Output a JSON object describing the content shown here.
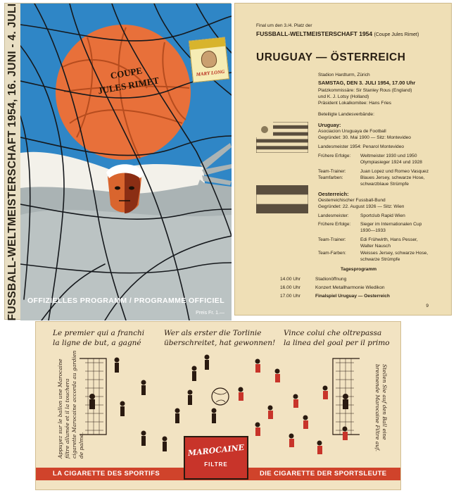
{
  "cover": {
    "spine": "FUSSBALL-WELTMEISTERSCHAFT 1954, 16. JUNI - 4. JULI",
    "ball_line1": "COUPE",
    "ball_line2": "JULES RIMET",
    "cigarette_brand": "MARY LONG",
    "footer": "OFFIZIELLES PROGRAMM / PROGRAMME OFFICIEL",
    "price": "Preis Fr. 1.—",
    "colors": {
      "background": "#2f86c6",
      "ball": "#e8703a",
      "cream": "#e9dfc4"
    }
  },
  "page9": {
    "kicker": "Final um den 3./4. Platz der",
    "event": "FUSSBALL-WELTMEISTERSCHAFT 1954",
    "event_sub": "(Coupe Jules Rimet)",
    "match": "URUGUAY — ÖSTERREICH",
    "venue": "Stadion Hardturm, Zürich",
    "date": "SAMSTAG, DEN 3. JULI 1954, 17.00 Uhr",
    "commissioners_1": "Platzkommissäre: Sir Stanley Rous (England)",
    "commissioners_2": "und K. J. Lotsy (Holland)",
    "committee": "Präsident Lokalkomitee: Hans Fries",
    "federations": "Beteiligte Landesverbände:",
    "uruguay": {
      "name": "Uruguay:",
      "assoc": "Asociacion Uruguaya de Football",
      "founded": "Gegründet: 30. Mai 1900 — Sitz: Montevideo",
      "champion": "Landesmeister 1954: Penarol Montevideo",
      "success_label": "Frühere Erfolge:",
      "success_1": "Weltmeister 1930 und 1950",
      "success_2": "Olympiasieger 1924 und 1928",
      "coach_label": "Team-Trainer:",
      "coach": "Juan Lopez und Romeo Vasquez",
      "colors_label": "Teamfarben:",
      "colors_1": "Blaues Jersey, schwarze Hose,",
      "colors_2": "schwarzblaue Strümpfe"
    },
    "austria": {
      "name": "Oesterreich:",
      "assoc": "Oesterreichischer Fussball-Bund",
      "founded": "Gegründet: 22. August 1926 — Sitz: Wien",
      "champion_label": "Landesmeister:",
      "champion": "Sportclub Rapid Wien",
      "success_label": "Frühere Erfolge:",
      "success_1": "Sieger im Internationalen Cup",
      "success_2": "1930—1933",
      "coach_label": "Team-Trainer:",
      "coach_1": "Edi Frühwirth, Hans Pesser,",
      "coach_2": "Walter Nausch",
      "colors_label": "Team-Farben:",
      "colors_1": "Weisses Jersey, schwarze Hose,",
      "colors_2": "schwarze Strümpfe"
    },
    "schedule_title": "Tagesprogramm",
    "schedule": [
      {
        "time": "14.00 Uhr",
        "event": "Stadionöffnung"
      },
      {
        "time": "16.00 Uhr",
        "event": "Konzert Metallharmonie Wiedikon"
      },
      {
        "time": "17.00 Uhr",
        "event": "Finalspiel Uruguay — Oesterreich"
      }
    ],
    "page_number": "9"
  },
  "banner": {
    "french_1": "Le premier qui a franchi",
    "french_2": "la ligne de but, a gagné",
    "german_1": "Wer als erster die Torlinie",
    "german_2": "überschreitet, hat gewonnen!",
    "italian_1": "Vince colui che oltrepassa",
    "italian_2": "la linea del goal per il primo",
    "left_vertical": [
      "Appuyez sur le ballon une Marocaine",
      "filtre allumée et il la touchera",
      "cigarette Marocaine accorda au gardien",
      "de palme."
    ],
    "right_vertical": [
      "Stellen Sie auf den Ball eine",
      "brennende Marocaine Filtre auf."
    ],
    "strip_left": "LA CIGARETTE DES SPORTIFS",
    "strip_right": "DIE CIGARETTE DER SPORTSLEUTE",
    "logo_name": "MAROCAINE",
    "logo_sub": "FILTRE",
    "colors": {
      "red": "#c8342a",
      "paper": "#f2e3c2"
    }
  }
}
